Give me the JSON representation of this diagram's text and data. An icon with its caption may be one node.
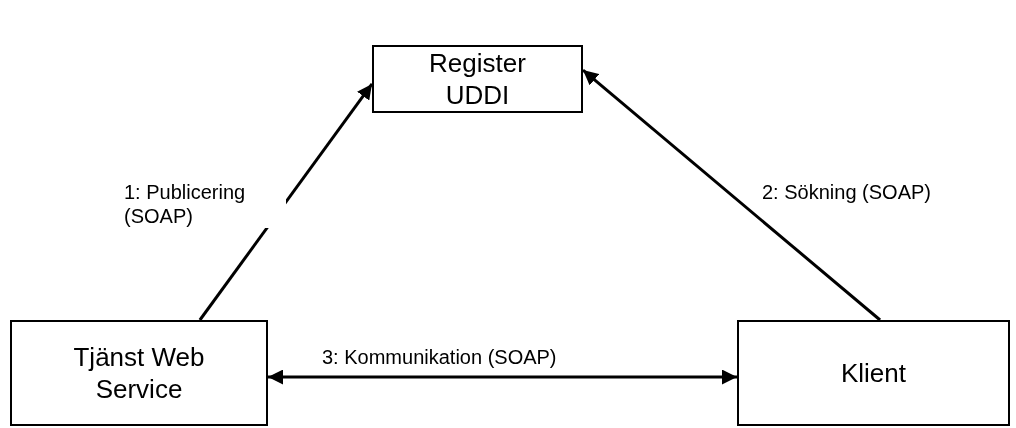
{
  "diagram": {
    "nodes": [
      {
        "text": [
          "Register UDDI"
        ]
      },
      {
        "text": [
          "Tjänst Web Service"
        ]
      },
      {
        "text": [
          "Klient"
        ]
      }
    ],
    "edges": [
      {
        "from": 1,
        "to": 0,
        "arrow": "to",
        "label": "1: Publicering (SOAP)"
      },
      {
        "from": 2,
        "to": 0,
        "arrow": "to",
        "label": "2: Sökning (SOAP)"
      },
      {
        "from": 1,
        "to": 2,
        "arrow": "both",
        "label": "3: Kommunikation (SOAP)"
      }
    ]
  }
}
